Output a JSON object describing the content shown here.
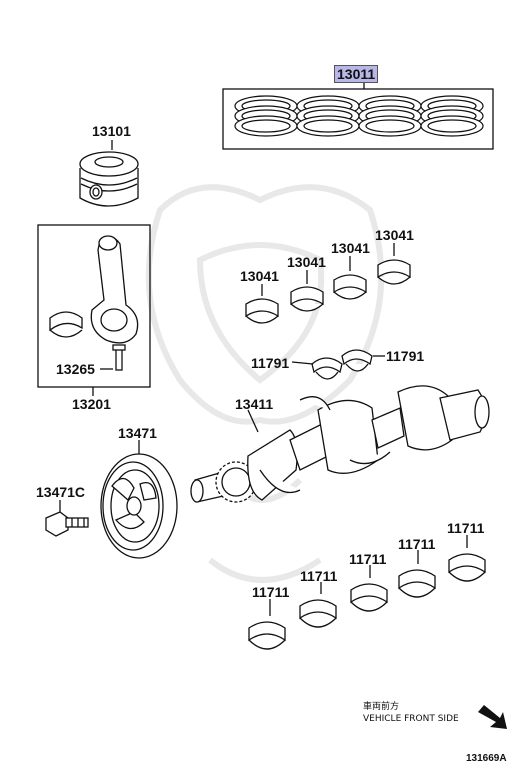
{
  "labels": {
    "rings": "13011",
    "piston": "13101",
    "conrod_bearing_1": "13041",
    "conrod_bearing_2": "13041",
    "conrod_bearing_3": "13041",
    "conrod_bearing_4": "13041",
    "conrod_bolt": "13265",
    "conrod_assy": "13201",
    "thrust_washer_left": "11791",
    "thrust_washer_right": "11791",
    "crankshaft": "13411",
    "pulley": "13471",
    "pulley_bolt": "13471C",
    "main_bearing_1": "11711",
    "main_bearing_2": "11711",
    "main_bearing_3": "11711",
    "main_bearing_4": "11711",
    "main_bearing_5": "11711"
  },
  "direction": {
    "japanese": "車両前方",
    "english": "VEHICLE FRONT SIDE",
    "icon": "arrow-down-right-icon"
  },
  "figure_id": "131669A",
  "colors": {
    "line": "#111111",
    "highlight": "#b7b7e8",
    "watermark": "#e6e6e6"
  }
}
